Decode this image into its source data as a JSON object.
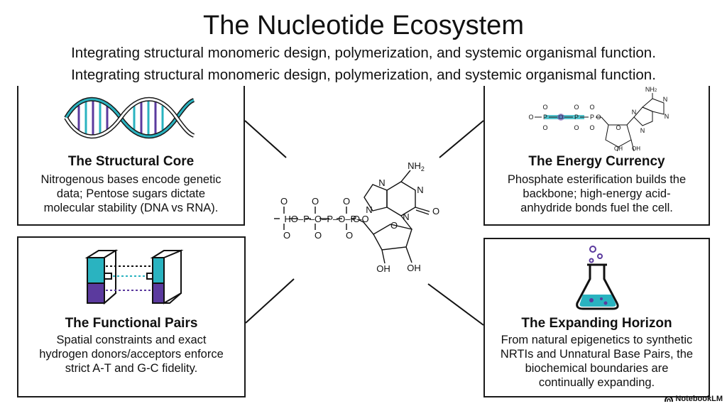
{
  "title": "The Nucleotide Ecosystem",
  "subtitle_line1": "Integrating structural monomeric design, polymerization, and systemic organismal function.",
  "subtitle_line2": "Integrating structural monomeric design, polymerization, and systemic organismal function.",
  "cards": {
    "structural_core": {
      "title": "The Structural Core",
      "body": [
        "Nitrogenous bases encode genetic",
        "data; Pentose sugars dictate",
        "molecular stability (DNA vs RNA)."
      ],
      "icon": "dna-helix-icon"
    },
    "energy_currency": {
      "title": "The Energy Currency",
      "body": [
        "Phosphate esterification builds the",
        "backbone; high-energy acid-",
        "anhydride bonds fuel the cell."
      ],
      "icon": "atp-molecule-icon"
    },
    "functional_pairs": {
      "title": "The Functional Pairs",
      "body": [
        "Spatial constraints and exact",
        "hydrogen donors/acceptors enforce",
        "strict A-T and G-C fidelity."
      ],
      "icon": "base-pair-blocks-icon"
    },
    "expanding_horizon": {
      "title": "The Expanding Horizon",
      "body": [
        "From natural epigenetics to synthetic",
        "NRTIs and Unnatural Base Pairs, the",
        "biochemical boundaries are",
        "continually expanding."
      ],
      "icon": "flask-icon"
    }
  },
  "center_molecule": {
    "labels": {
      "nh2": "NH",
      "nh2_sub": "2",
      "n": "N",
      "o": "O",
      "oh": "OH",
      "ho_p": "HO–P–O–P–O–P–O",
      "o_minus": "O"
    }
  },
  "small_atp_labels": {
    "nh2": "NH",
    "nh2_sub": "2",
    "n": "N",
    "oh": "OH",
    "o": "O",
    "p": "P"
  },
  "badge": "NotebookLM",
  "colors": {
    "teal": "#2ab3c0",
    "purple": "#5b3a9e",
    "dark": "#1a1a1a"
  }
}
